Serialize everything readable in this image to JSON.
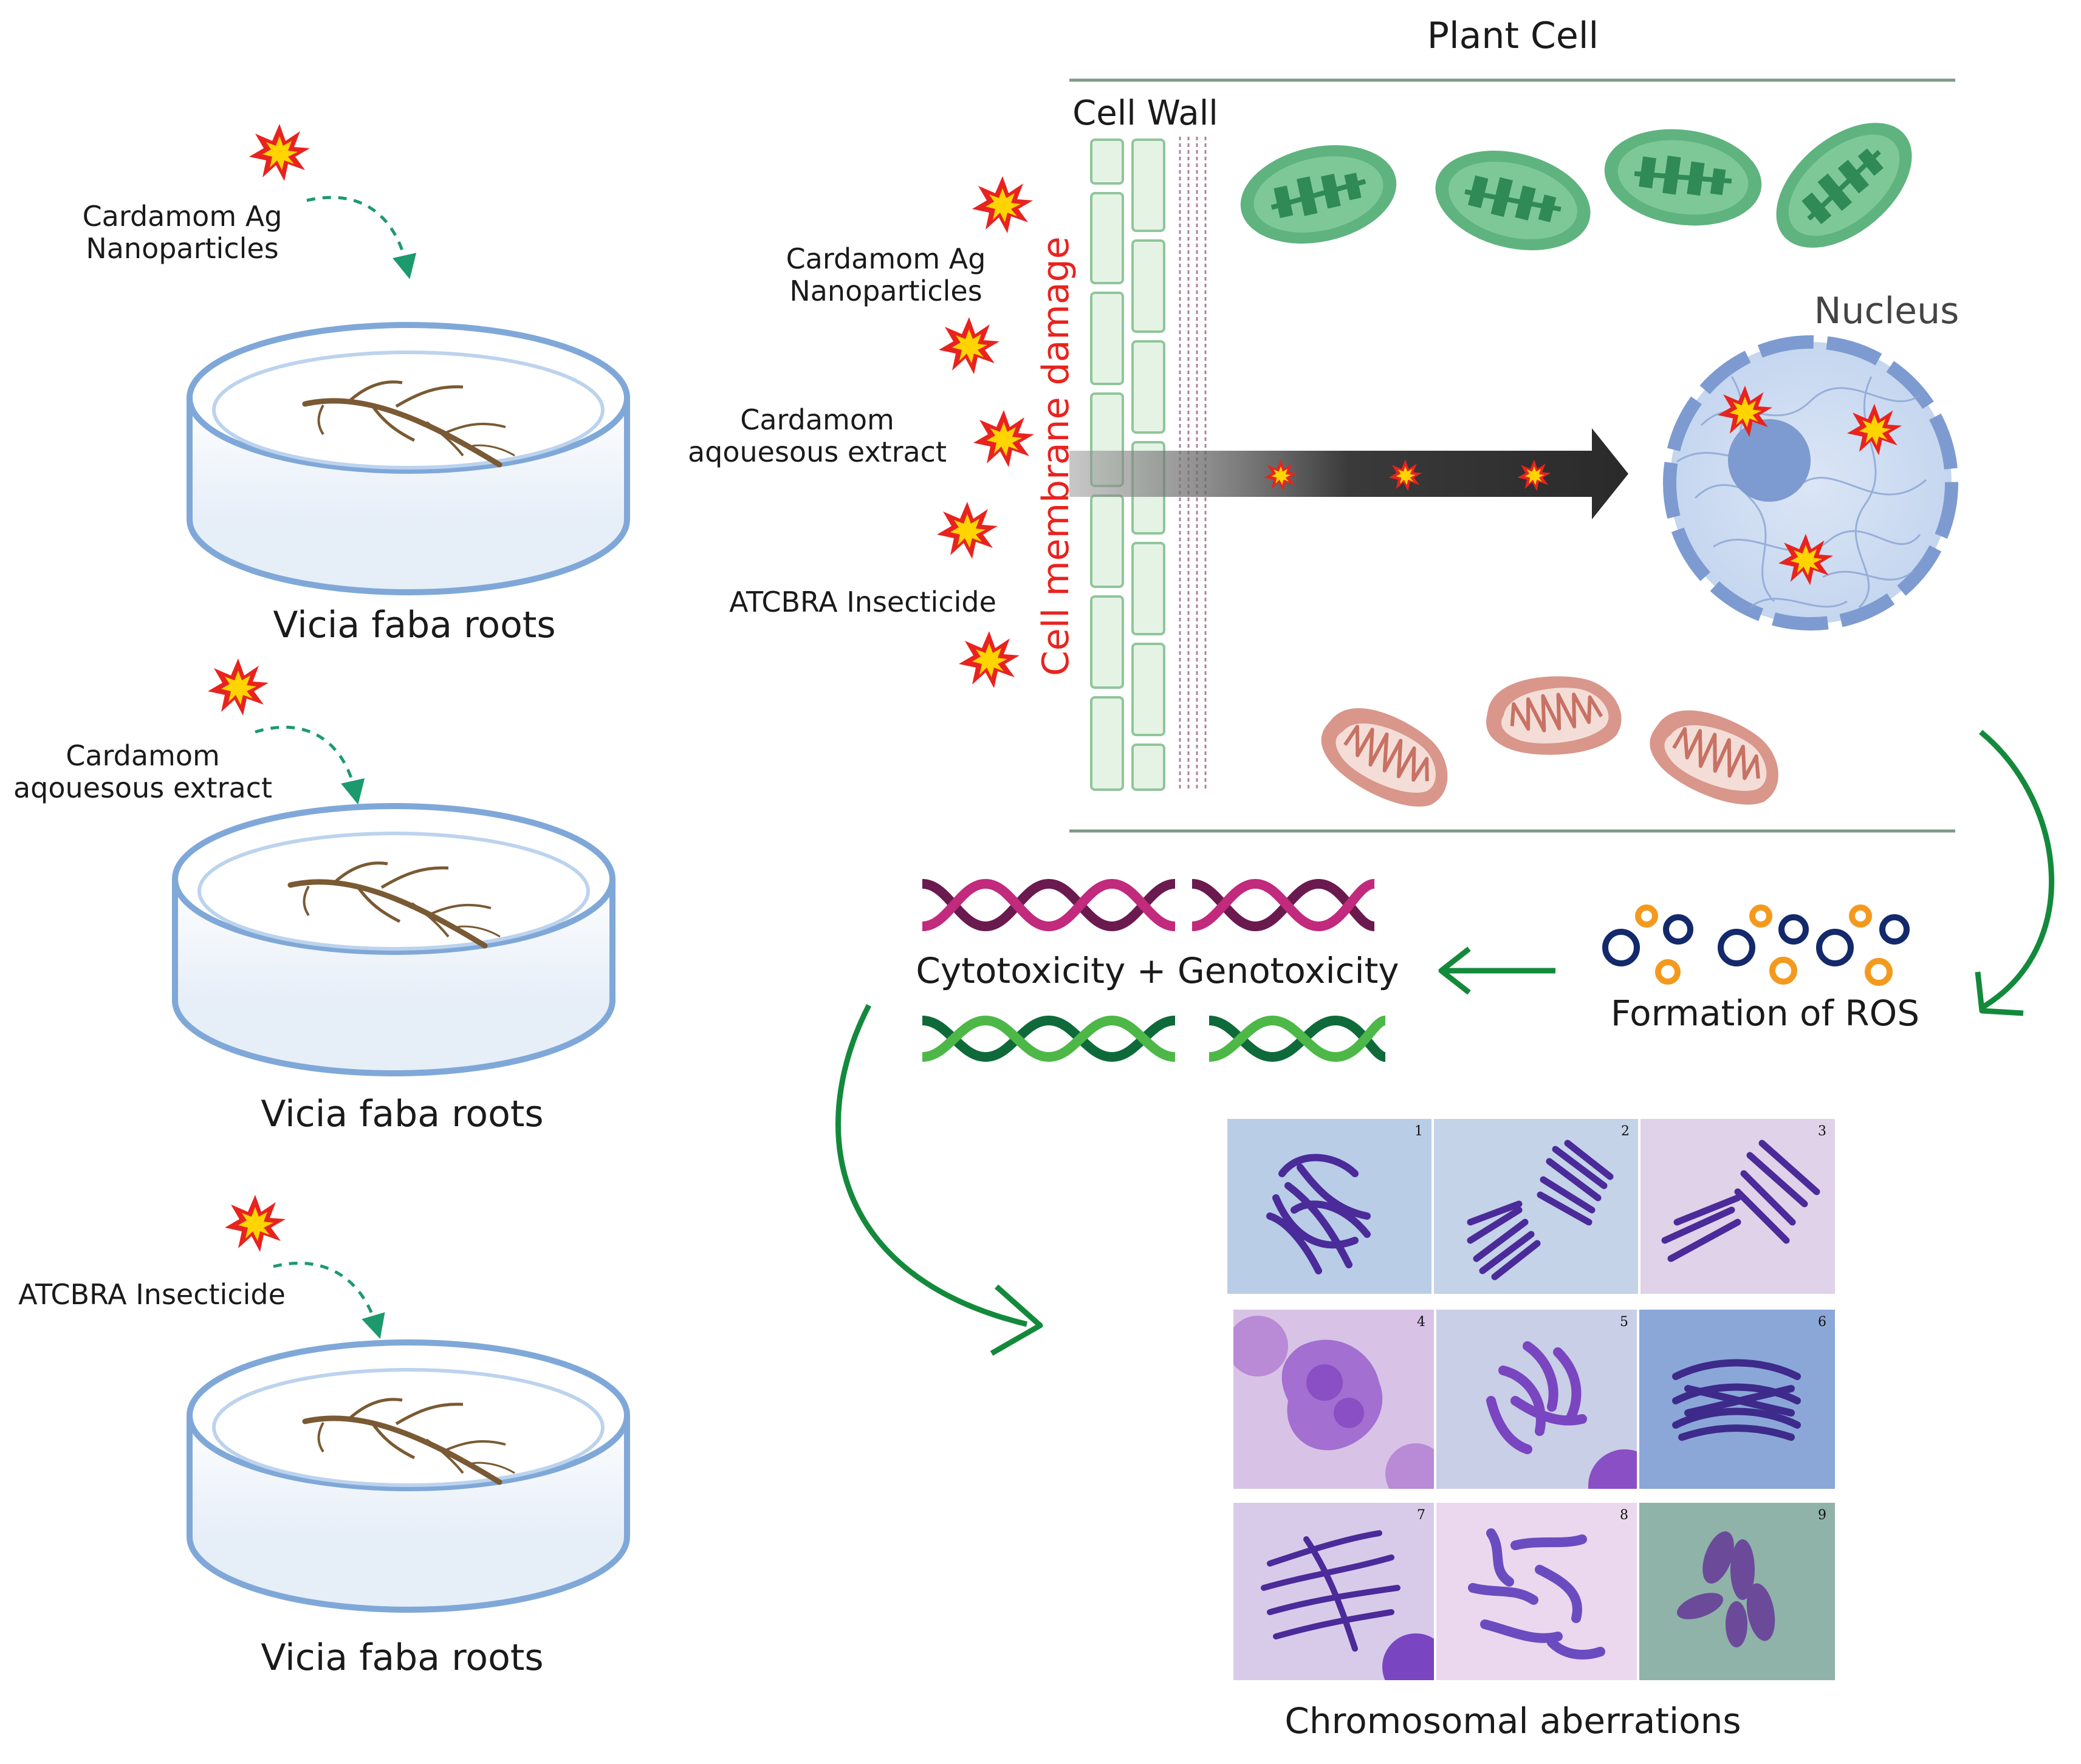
{
  "title": "Plant Cell",
  "left_panel": {
    "dishes": [
      {
        "agent": "Cardamom Ag Nanoparticles",
        "agent_lines": [
          "Cardamom Ag",
          "Nanoparticles"
        ],
        "caption": "Vicia faba roots"
      },
      {
        "agent": "Cardamom aqouesous extract",
        "agent_lines": [
          "Cardamom",
          "aqouesous extract"
        ],
        "caption": "Vicia faba roots"
      },
      {
        "agent": "ATCBRA Insecticide",
        "agent_lines": [
          "ATCBRA Insecticide"
        ],
        "caption": "Vicia faba roots"
      }
    ]
  },
  "cell_panel": {
    "cell_wall": "Cell Wall",
    "membrane_damage": "Cell membrane damage",
    "nucleus": "Nucleus",
    "agents": {
      "nano_l1": "Cardamom Ag",
      "nano_l2": "Nanoparticles",
      "extract_l1": "Cardamom",
      "extract_l2": "aqouesous extract",
      "insecticide": "ATCBRA Insecticide"
    }
  },
  "outcomes": {
    "toxicity": "Cytotoxicity +  Genotoxicity",
    "ros": "Formation of ROS",
    "aberrations": "Chromosomal aberrations",
    "panel_numbers": [
      "1",
      "2",
      "3",
      "4",
      "5",
      "6",
      "7",
      "8",
      "9"
    ]
  },
  "colors": {
    "green_arrow": "#138a3b",
    "burst_red": "#e8231f",
    "burst_yellow": "#ffd400",
    "dish_blue": "#7fa8d8",
    "chloroplast": "#5fb37f",
    "mitochondria": "#d9968a",
    "nucleus": "#a9c0e4",
    "ros_navy": "#13296b",
    "ros_orange": "#f39a1e"
  }
}
